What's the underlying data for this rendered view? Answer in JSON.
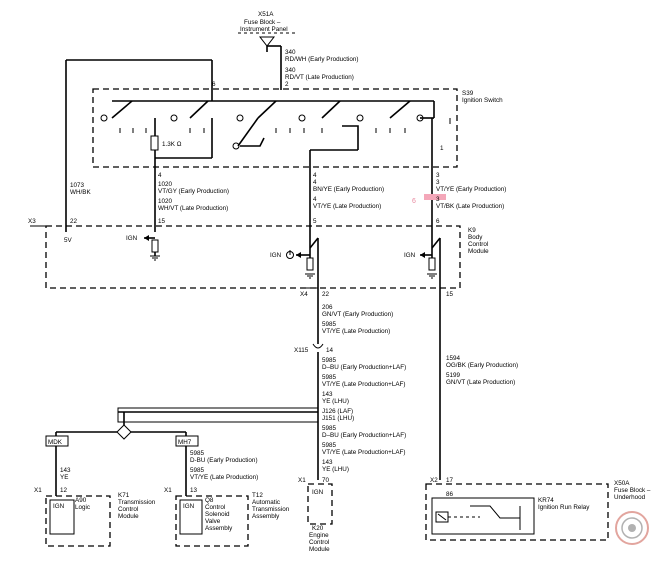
{
  "fuse_block_ip": {
    "id": "X51A",
    "name_line1": "Fuse Block –",
    "name_line2": "Instrument Panel"
  },
  "feed_340": {
    "early": "340",
    "early_color": "RD/WH (Early Production)",
    "late": "340",
    "late_color": "RD/VT (Late Production)",
    "pin": "2"
  },
  "ignition_switch": {
    "id": "S39",
    "name": "Ignition Switch",
    "pin6": "6",
    "pin1": "1",
    "resistor": "1.3K Ω"
  },
  "wires_5v": {
    "circuit": "1073",
    "color": "WH/BK"
  },
  "wire_left": {
    "pin_top": "4",
    "c1": "1020",
    "c1_color": "VT/GY (Early Production)",
    "c2": "1020",
    "c2_color": "WH/VT (Late Production)"
  },
  "wire_mid": {
    "pin_top": "4",
    "c1": "4",
    "c1_color": "BN/YE (Early Production)",
    "c2": "4",
    "c2_color": "VT/YE (Late Production)"
  },
  "wire_right": {
    "pin_top": "3",
    "c1": "3",
    "c1_color": "VT/YE (Early Production)",
    "c2": "3",
    "c2_color": "VT/BK (Late Production)",
    "overlay_mark": "6"
  },
  "bcm": {
    "id": "K9",
    "name_line1": "Body",
    "name_line2": "Control",
    "name_line3": "Module",
    "x3": "X3",
    "x4": "X4",
    "pin22": "22",
    "pin15": "15",
    "pin5": "5",
    "pin6": "6",
    "v5": "5V",
    "ign1": "IGN",
    "ign2": "IGN",
    "ign3": "IGN",
    "pin22b": "22",
    "pin15b": "15"
  },
  "mid_vertical": {
    "c206": "206",
    "c206_color": "GN/VT (Early Production)",
    "c5985a": "5985",
    "c5985a_color": "VT/YE (Late Production)",
    "splice": "X115",
    "splice_pin": "14",
    "c5985b": "5985",
    "c5985b_color": "D–BU (Early Production+LAF)",
    "c5985c": "5985",
    "c5985c_color": "VT/YE (Late Production+LAF)",
    "c143": "143",
    "c143_color": "YE (LHU)",
    "j126": "J126 (LAF)",
    "j151": "J151 (LHU)",
    "c5985d": "5985",
    "c5985d_color": "D–BU (Early Production+LAF)",
    "c5985e": "5985",
    "c5985e_color": "VT/YE (Late Production+LAF)",
    "c143b": "143",
    "c143b_color": "YE (LHU)"
  },
  "right_vertical": {
    "c1594": "1594",
    "c1594_color": "OG/BK (Early Production)",
    "c5199": "5199",
    "c5199_color": "GN/VT (Late Production)"
  },
  "option_mdk": "MDK",
  "option_mh7": "MH7",
  "mh7_wires": {
    "c1": "5985",
    "c1_color": "D-BU (Early Production)",
    "c2": "5985",
    "c2_color": "VT/YE (Late Production)"
  },
  "mdk_wire": {
    "c": "143",
    "color": "YE"
  },
  "tcm": {
    "x": "X1",
    "pin": "12",
    "ign": "IGN",
    "sub": "A90",
    "logic": "Logic",
    "id": "K71",
    "name_line1": "Transmission",
    "name_line2": "Control",
    "name_line3": "Module"
  },
  "solenoid": {
    "x": "X1",
    "pin": "13",
    "ign": "IGN",
    "sub": "Q8",
    "sub_l1": "Control",
    "sub_l2": "Solenoid",
    "sub_l3": "Valve",
    "sub_l4": "Assembly",
    "id": "T12",
    "name_line1": "Automatic",
    "name_line2": "Transmission",
    "name_line3": "Assembly"
  },
  "ecm": {
    "x": "X1",
    "pin": "70",
    "ign": "IGN",
    "id": "K20",
    "name_line1": "Engine",
    "name_line2": "Control",
    "name_line3": "Module"
  },
  "relay": {
    "x": "X2",
    "pin": "17",
    "pin2": "86",
    "id": "KR74",
    "name": "Ignition Run Relay"
  },
  "fuse_block_uh": {
    "id": "X50A",
    "name_line1": "Fuse Block –",
    "name_line2": "Underhood"
  }
}
